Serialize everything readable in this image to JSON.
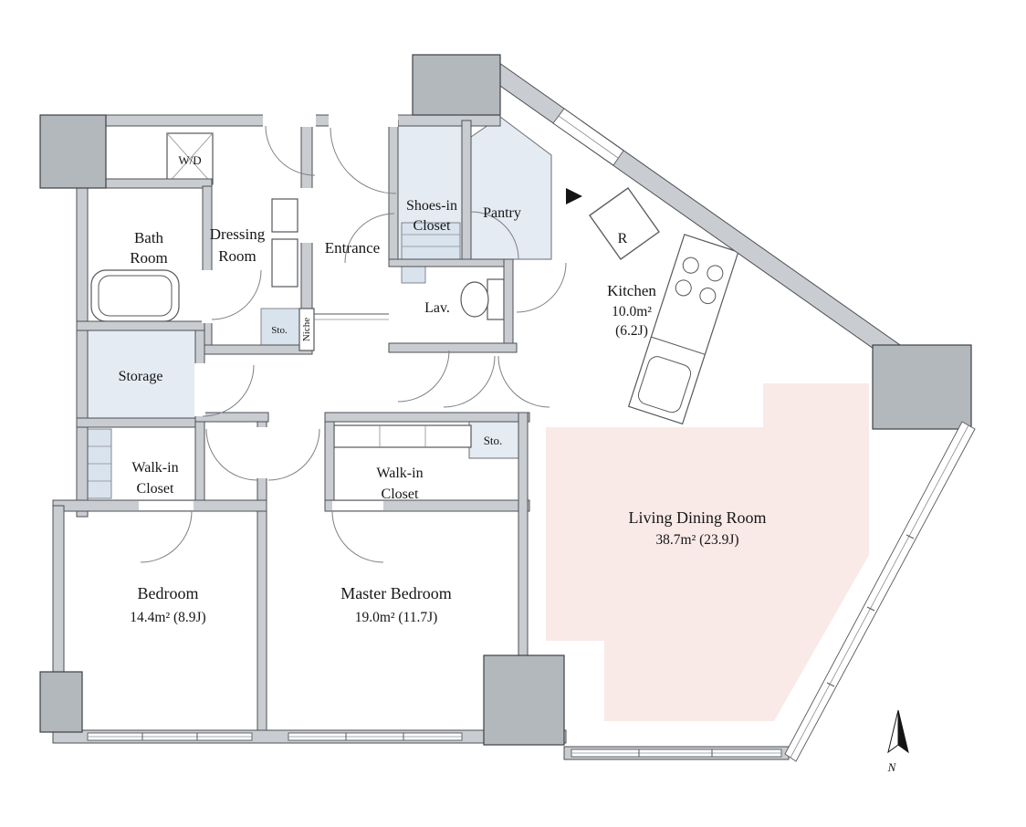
{
  "colors": {
    "wall_gray": "#c9cdd1",
    "pillar_gray": "#b3b8bc",
    "closet_tint_blue": "#e4ebf3",
    "shelf_tint_blue": "#d9e3ee",
    "living_tint_pink": "#f9eae8"
  },
  "rooms": {
    "wd": {
      "label": "W/D"
    },
    "bath": {
      "lines": [
        "Bath",
        "Room"
      ]
    },
    "dressing": {
      "lines": [
        "Dressing",
        "Room"
      ]
    },
    "entrance": {
      "label": "Entrance"
    },
    "shoes_closet": {
      "lines": [
        "Shoes-in",
        "Closet"
      ]
    },
    "pantry": {
      "label": "Pantry"
    },
    "refrigerator": {
      "label": "R"
    },
    "kitchen": {
      "name": "Kitchen",
      "area": "10.0m²",
      "tatami": "(6.2J)"
    },
    "lavatory": {
      "label": "Lav."
    },
    "storage_niche": {
      "sto": "Sto.",
      "niche": "Niche"
    },
    "storage": {
      "label": "Storage"
    },
    "walkin_closet_left": {
      "lines": [
        "Walk-in",
        "Closet"
      ]
    },
    "walkin_closet_center": {
      "lines": [
        "Walk-in",
        "Closet"
      ]
    },
    "storage_center": {
      "label": "Sto."
    },
    "living_dining": {
      "name": "Living Dining Room",
      "area": "38.7m²  (23.9J)"
    },
    "bedroom": {
      "name": "Bedroom",
      "area": "14.4m²  (8.9J)"
    },
    "master_bedroom": {
      "name": "Master Bedroom",
      "area": "19.0m²  (11.7J)"
    }
  },
  "compass": {
    "north": "N"
  }
}
